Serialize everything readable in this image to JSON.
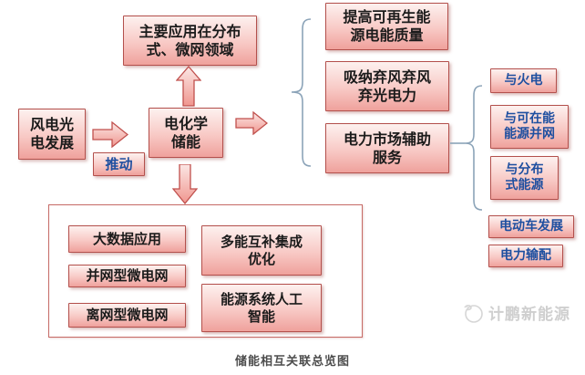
{
  "diagram_title": "储能相互关联总览图",
  "watermark_text": "计鹏新能源",
  "colors": {
    "box_border": "#b3504c",
    "box_fill_top": "#fdf1ef",
    "box_fill_bottom": "#efa19c",
    "blue_text": "#1e4fa0",
    "brace": "#8ba3b8",
    "caption_text": "#4d4d4d",
    "watermark_gray": "#cfcfcf"
  },
  "nodes": {
    "wind_solar": {
      "label": "风电光\n电发展"
    },
    "promote": {
      "label": "推动"
    },
    "electrochemical": {
      "label": "电化学\n储能"
    },
    "main_application": {
      "label": "主要应用在分布\n式、微网领域"
    },
    "improve_quality": {
      "label": "提高可再生能\n源电能质量"
    },
    "absorb_curtailed": {
      "label": "吸纳弃风弃风\n弃光电力"
    },
    "market_service": {
      "label": "电力市场辅助\n服务"
    },
    "with_thermal": {
      "label": "与火电"
    },
    "with_renewable_grid": {
      "label": "与可在能\n能源并网"
    },
    "with_distributed": {
      "label": "与分布\n式能源"
    },
    "ev_development": {
      "label": "电动车发展"
    },
    "power_distribution": {
      "label": "电力输配"
    },
    "big_data": {
      "label": "大数据应用"
    },
    "grid_connected_microgrid": {
      "label": "并网型微电网"
    },
    "off_grid_microgrid": {
      "label": "离网型微电网"
    },
    "multi_energy": {
      "label": "多能互补集成\n优化"
    },
    "energy_ai": {
      "label": "能源系统人工\n智能"
    }
  }
}
